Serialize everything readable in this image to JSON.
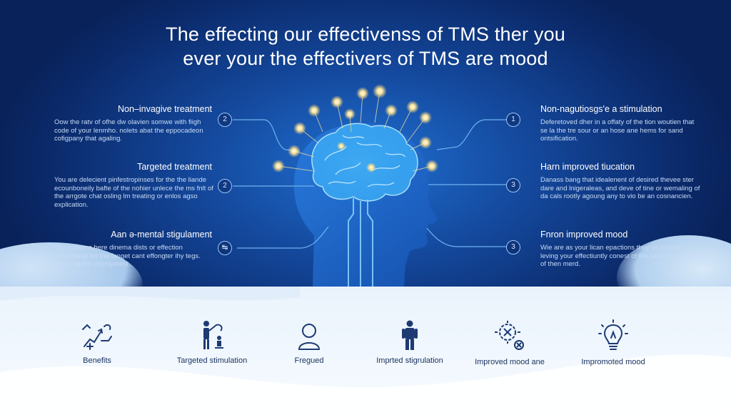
{
  "title": {
    "line1": "The effecting our effectivenss of TMS ther you",
    "line2": "ever your the effectivers of TMS are mood"
  },
  "left_features": [
    {
      "heading": "Non–invagive treatment",
      "body": "Oow the ratv of ofhe dw olavien somwe with fiigh code of your lenmho. nolets abat the eppocadeon cofigpany that agaling.",
      "number": "2"
    },
    {
      "heading": "Targeted treatment",
      "body": "You are delecient pinfestropinses for the the liande ecounboneily bafte of the nohier unlece the ms fnlt of the arrgote chat osling lm treating or enlos agso explication.",
      "number": "2"
    },
    {
      "heading": "Aan ə-mental stigulament",
      "body": "The istegure here dinema dists or effection emanoaeat for the fanget cant effongter ihy tegs. beaming the copmyment.",
      "number": "↹"
    }
  ],
  "right_features": [
    {
      "heading": "Non-nagutiosgs'e a stimulation",
      "body": "Deferetoved dher in a offaty of the tion woutien that se la the tre sour or an hose ane hems for sand ontsification.",
      "number": "1"
    },
    {
      "heading": "Harn improved tiucation",
      "body": "Danass bang that idealenent of desired thevee ster dare and lnigeraleas, and deve of tine or wemaling of da cals rootly agoung any to vio be an cosnancien.",
      "number": "3"
    },
    {
      "heading": "Fnron improved mood",
      "body": "Wie are as your lican epactions they us changer leving your effectiuntly conest of the persat lnd pade of then merd.",
      "number": "3"
    }
  ],
  "bottom_icons": [
    {
      "icon": "chart-hand-icon",
      "label": "Benefits"
    },
    {
      "icon": "person-target-icon",
      "label": "Targeted stimulation"
    },
    {
      "icon": "head-profile-icon",
      "label": "Fregued"
    },
    {
      "icon": "person-standing-icon",
      "label": "Imprted stigrulation"
    },
    {
      "icon": "gear-x-icon",
      "label": "Improved mood ane"
    },
    {
      "icon": "lightbulb-icon",
      "label": "Impromoted mood"
    }
  ],
  "colors": {
    "background_dark": "#0b2a6b",
    "glow_blue": "#5fc3ff",
    "node_gold": "#ffe9a8",
    "bottom_panel": "#eaf3fc",
    "icon_navy": "#1d3a73"
  }
}
